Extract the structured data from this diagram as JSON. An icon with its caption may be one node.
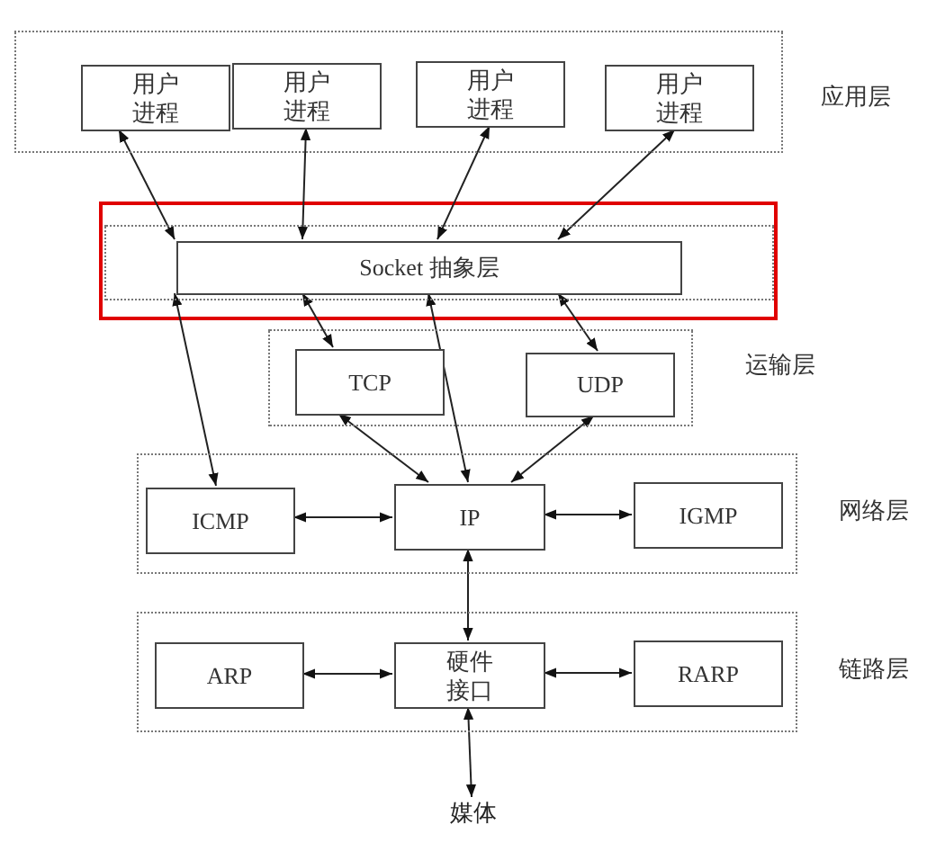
{
  "diagram": {
    "nodes": [
      {
        "text": [
          "应用层"
        ]
      },
      {
        "text": [
          "用户进程"
        ],
        "in": 0
      },
      {
        "text": [
          "用户进程"
        ],
        "in": 0
      },
      {
        "text": [
          "用户进程"
        ],
        "in": 0
      },
      {
        "text": [
          "用户进程"
        ],
        "in": 0
      },
      {
        "text": [],
        "shape": "box"
      },
      {
        "text": [
          "Socket 抽象层"
        ],
        "in": 5
      },
      {
        "text": [
          "运输层"
        ]
      },
      {
        "text": [
          "TCP"
        ],
        "in": 7
      },
      {
        "text": [
          "UDP"
        ],
        "in": 7
      },
      {
        "text": [
          "网络层"
        ]
      },
      {
        "text": [
          "ICMP"
        ],
        "in": 10
      },
      {
        "text": [
          "IP"
        ],
        "in": 10
      },
      {
        "text": [
          "IGMP"
        ],
        "in": 10
      },
      {
        "text": [
          "链路层"
        ]
      },
      {
        "text": [
          "ARP"
        ],
        "in": 14
      },
      {
        "text": [
          "硬件接口"
        ],
        "in": 14
      },
      {
        "text": [
          "RARP"
        ],
        "in": 14
      },
      {
        "text": [
          "媒体"
        ]
      }
    ],
    "edges": [
      {
        "from": 1,
        "to": 6,
        "arrow": "both"
      },
      {
        "from": 2,
        "to": 6,
        "arrow": "both"
      },
      {
        "from": 3,
        "to": 6,
        "arrow": "both"
      },
      {
        "from": 4,
        "to": 6,
        "arrow": "both"
      },
      {
        "from": 6,
        "to": 11,
        "arrow": "both"
      },
      {
        "from": 6,
        "to": 8,
        "arrow": "both"
      },
      {
        "from": 6,
        "to": 12,
        "arrow": "both"
      },
      {
        "from": 6,
        "to": 9,
        "arrow": "both"
      },
      {
        "from": 8,
        "to": 12,
        "arrow": "both"
      },
      {
        "from": 9,
        "to": 12,
        "arrow": "both"
      },
      {
        "from": 11,
        "to": 12,
        "arrow": "both"
      },
      {
        "from": 12,
        "to": 13,
        "arrow": "both"
      },
      {
        "from": 12,
        "to": 16,
        "arrow": "both"
      },
      {
        "from": 15,
        "to": 16,
        "arrow": "both"
      },
      {
        "from": 16,
        "to": 17,
        "arrow": "both"
      },
      {
        "from": 16,
        "to": 18,
        "arrow": "both"
      }
    ]
  }
}
